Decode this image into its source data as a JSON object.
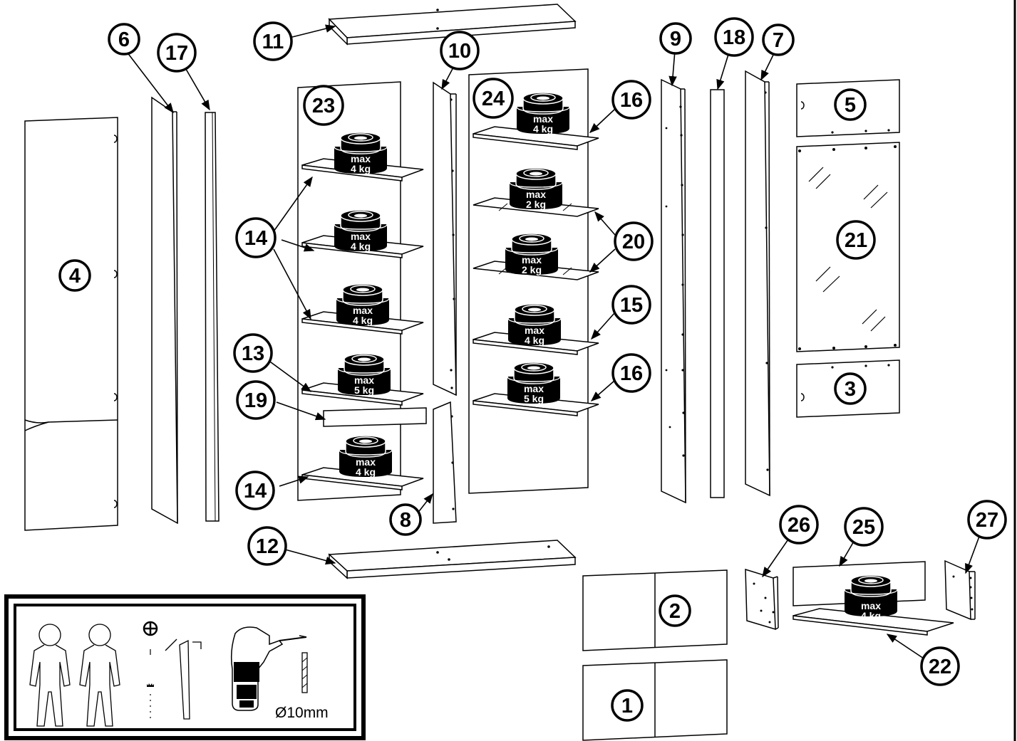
{
  "parts": {
    "p1": "1",
    "p2": "2",
    "p3": "3",
    "p4": "4",
    "p5": "5",
    "p6": "6",
    "p7": "7",
    "p8": "8",
    "p9": "9",
    "p10": "10",
    "p11": "11",
    "p12": "12",
    "p13": "13",
    "p14": "14",
    "p15": "15",
    "p16": "16",
    "p17": "17",
    "p18": "18",
    "p19": "19",
    "p20": "20",
    "p21": "21",
    "p22": "22",
    "p23": "23",
    "p24": "24",
    "p25": "25",
    "p26": "26",
    "p27": "27"
  },
  "weights": {
    "w4_line1": "max",
    "w4_line2": "4 kg",
    "w2_line1": "max",
    "w2_line2": "2 kg",
    "w5_line1": "max",
    "w5_line2": "5 kg"
  },
  "tools": {
    "drill_bit_label": "Ø10mm",
    "icons": [
      "person-icon",
      "person-icon",
      "phillips-screwdriver-icon",
      "hammer-icon",
      "electric-drill-icon",
      "drill-bit-icon"
    ]
  }
}
